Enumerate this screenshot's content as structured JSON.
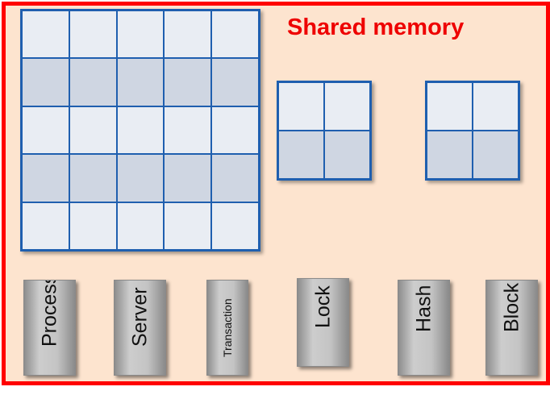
{
  "title": "Shared memory",
  "colors": {
    "frame_border": "#ff0000",
    "frame_fill": "#fde4cf",
    "title": "#ee0000",
    "grid_line": "#1f5faf",
    "cell_light": "#e9edf3",
    "cell_dark": "#cfd6e2"
  },
  "grids": [
    {
      "name": "large-grid",
      "rows": 5,
      "cols": 5,
      "row_shading": [
        "light",
        "dark",
        "light",
        "dark",
        "light"
      ]
    },
    {
      "name": "small-grid-1",
      "rows": 2,
      "cols": 2,
      "row_shading": [
        "light",
        "dark"
      ]
    },
    {
      "name": "small-grid-2",
      "rows": 2,
      "cols": 2,
      "row_shading": [
        "light",
        "dark"
      ]
    }
  ],
  "blocks": [
    {
      "label": "Process"
    },
    {
      "label": "Server"
    },
    {
      "label": "Transaction"
    },
    {
      "label": "Lock"
    },
    {
      "label": "Hash"
    },
    {
      "label": "Block"
    }
  ]
}
